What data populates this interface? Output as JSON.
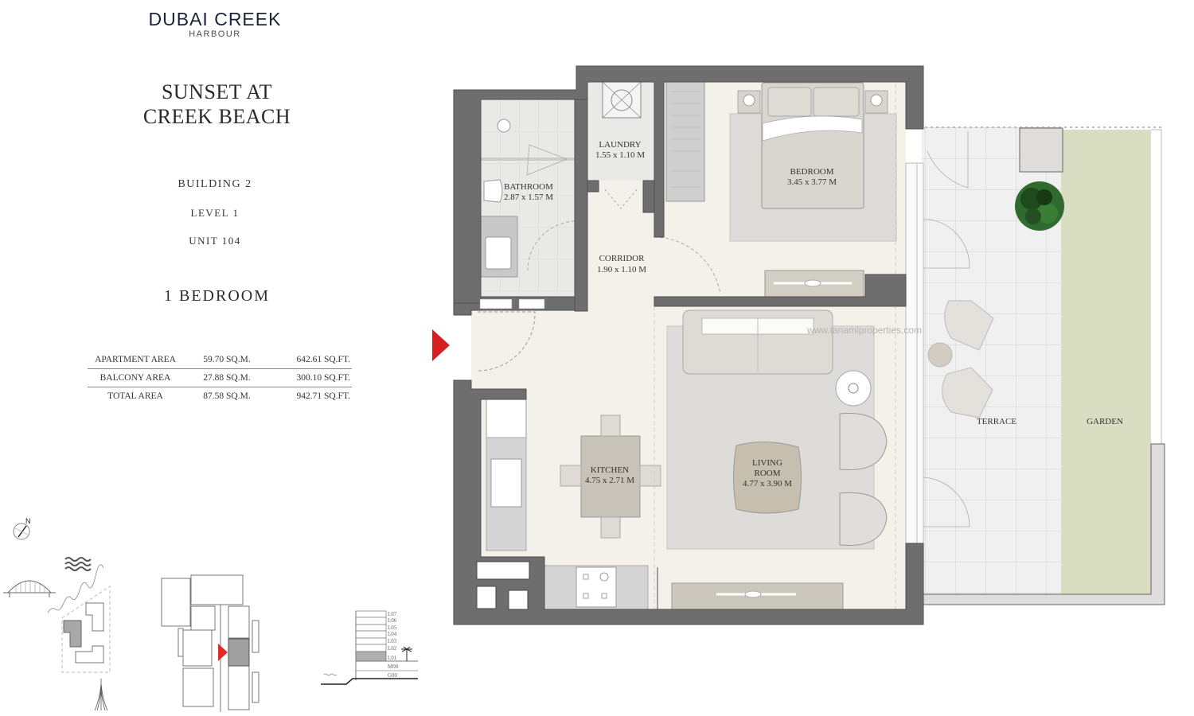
{
  "brand": {
    "name": "DUBAI CREEK",
    "sub": "HARBOUR"
  },
  "project": {
    "line1": "SUNSET AT",
    "line2": "CREEK BEACH"
  },
  "unit_info": {
    "building": "BUILDING 2",
    "level": "LEVEL 1",
    "unit": "UNIT 104",
    "type": "1 BEDROOM"
  },
  "areas": [
    {
      "label": "APARTMENT AREA",
      "sqm": "59.70 SQ.M.",
      "sqft": "642.61 SQ.FT."
    },
    {
      "label": "BALCONY AREA",
      "sqm": "27.88 SQ.M.",
      "sqft": "300.10 SQ.FT."
    },
    {
      "label": "TOTAL AREA",
      "sqm": "87.58 SQ.M.",
      "sqft": "942.71 SQ.FT."
    }
  ],
  "rooms": {
    "laundry": {
      "name": "LAUNDRY",
      "dims": "1.55 x 1.10 M"
    },
    "bathroom": {
      "name": "BATHROOM",
      "dims": "2.87 x 1.57 M"
    },
    "corridor": {
      "name": "CORRIDOR",
      "dims": "1.90 x 1.10 M"
    },
    "bedroom": {
      "name": "BEDROOM",
      "dims": "3.45 x 3.77 M"
    },
    "kitchen": {
      "name": "KITCHEN",
      "dims": "4.75 x 2.71 M"
    },
    "living": {
      "name1": "LIVING",
      "name2": "ROOM",
      "dims": "4.77 x 3.90 M"
    },
    "terrace": {
      "name": "TERRACE"
    },
    "garden": {
      "name": "GARDEN"
    }
  },
  "watermark": "www.tanamiproperties.com",
  "compass": {
    "label": "N"
  },
  "levels": [
    "L07",
    "L06",
    "L05",
    "L04",
    "L03",
    "L02",
    "L01",
    "M00",
    "G00"
  ],
  "highlight_level": "L01",
  "colors": {
    "wall": "#6e6e6e",
    "floor": "#f4f1ea",
    "rug": "#d9d8d5",
    "garden": "#d8dcc0",
    "terrace": "#efefef",
    "entry_marker": "#d42020",
    "brand": "#1c2438"
  }
}
